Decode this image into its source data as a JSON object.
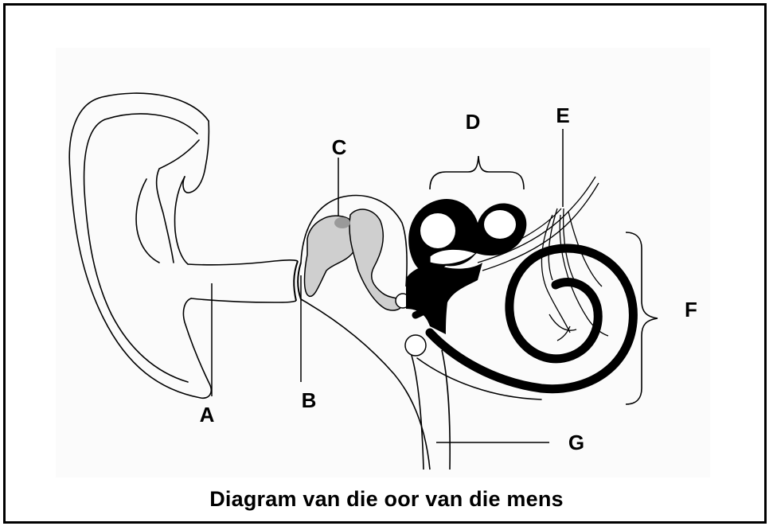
{
  "diagram": {
    "caption": "Diagram van die oor van die mens",
    "labels": {
      "a": "A",
      "b": "B",
      "c": "C",
      "d": "D",
      "e": "E",
      "f": "F",
      "g": "G"
    }
  }
}
